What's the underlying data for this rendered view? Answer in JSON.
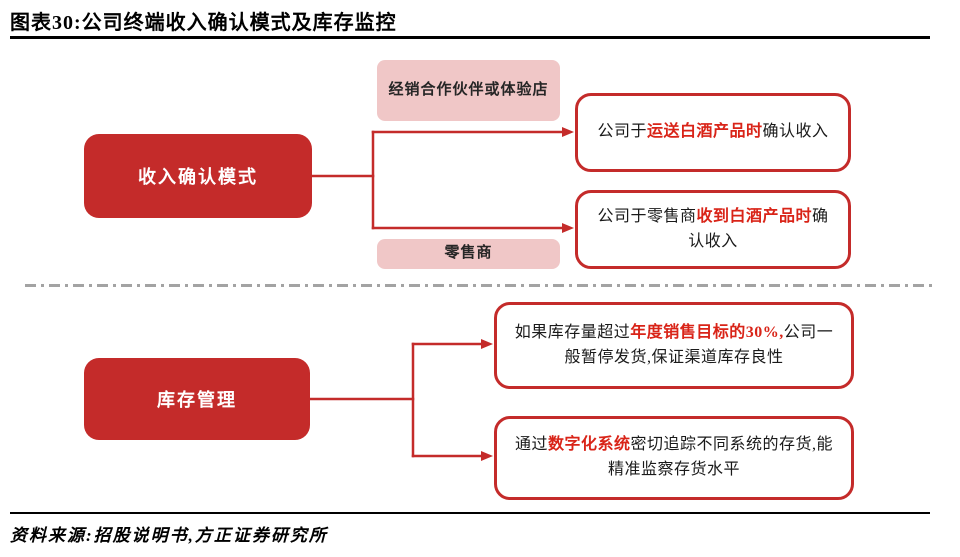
{
  "title": "图表30:公司终端收入确认模式及库存监控",
  "source": "资料来源:招股说明书,方正证券研究所",
  "colors": {
    "red": "#c42b2a",
    "red_text": "#d92418",
    "pink": "#f0c7c7",
    "divider": "#a3a3a3",
    "ink": "#1a1a1a"
  },
  "sections": [
    {
      "id": "revenue",
      "root": "收入确认模式",
      "channels": [
        "经销合作伙伴或体验店",
        "零售商"
      ],
      "outcomes": [
        {
          "parts": [
            {
              "text": "公司于"
            },
            {
              "text": "运送白酒产品时",
              "em": true
            },
            {
              "text": "确认收入"
            }
          ]
        },
        {
          "parts": [
            {
              "text": "公司于零售商"
            },
            {
              "text": "收到白酒产品时",
              "em": true
            },
            {
              "text": "确认收入"
            }
          ]
        }
      ]
    },
    {
      "id": "inventory",
      "root": "库存管理",
      "outcomes": [
        {
          "parts": [
            {
              "text": "如果库存量超过"
            },
            {
              "text": "年度销售目标的30%,",
              "em": true
            },
            {
              "text": "公司一般暂停发货,保证渠道库存良性"
            }
          ]
        },
        {
          "parts": [
            {
              "text": "通过"
            },
            {
              "text": "数字化系统",
              "em": true
            },
            {
              "text": "密切追踪不同系统的存货,能精准监察存货水平"
            }
          ]
        }
      ]
    }
  ]
}
